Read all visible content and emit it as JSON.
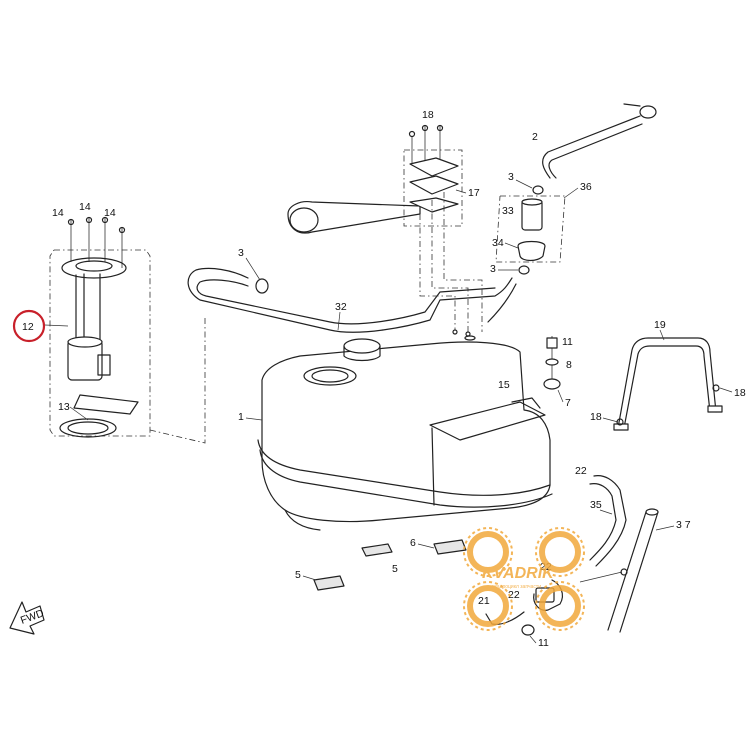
{
  "diagram": {
    "highlight_color": "#c8202a",
    "watermark_color": "#f2a93b",
    "line_color": "#222222",
    "highlighted_part": "12",
    "part_labels": {
      "p12": "12",
      "p13": "13",
      "p14a": "14",
      "p14b": "14",
      "p14c": "14",
      "p1": "1",
      "p2": "2",
      "p3a": "3",
      "p3b": "3",
      "p3c": "3",
      "p32": "32",
      "p18a": "18",
      "p17": "17",
      "p36": "36",
      "p33": "33",
      "p34": "34",
      "p11a": "11",
      "p8": "8",
      "p15": "15",
      "p7": "7",
      "p19": "19",
      "p18b": "18",
      "p18c": "18",
      "p22a": "22",
      "p35": "35",
      "p37": "3 7",
      "p6": "6",
      "p5a": "5",
      "p5b": "5",
      "p21": "21",
      "p22b": "22",
      "p22c": "22",
      "p11b": "11"
    },
    "fwd_label": "FWD",
    "watermark": {
      "brand": "KVADRIK",
      "tagline": "квадроцикл запчасти"
    }
  }
}
